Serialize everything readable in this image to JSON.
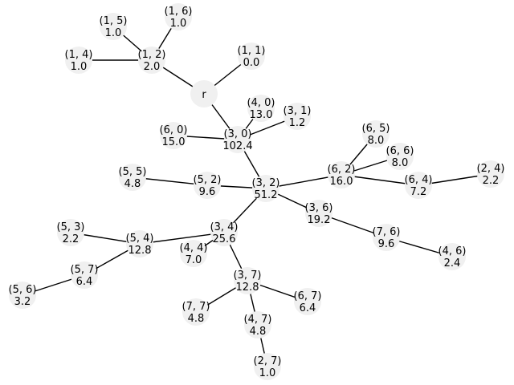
{
  "tree": {
    "nodes": [
      {
        "id": "r",
        "name": "r",
        "value": ""
      },
      {
        "id": "1,2",
        "name": "(1, 2)",
        "value": "2.0"
      },
      {
        "id": "1,5",
        "name": "(1, 5)",
        "value": "1.0"
      },
      {
        "id": "1,6",
        "name": "(1, 6)",
        "value": "1.0"
      },
      {
        "id": "1,4",
        "name": "(1, 4)",
        "value": "1.0"
      },
      {
        "id": "1,1",
        "name": "(1, 1)",
        "value": "0.0"
      },
      {
        "id": "3,0",
        "name": "(3, 0)",
        "value": "102.4"
      },
      {
        "id": "4,0",
        "name": "(4, 0)",
        "value": "13.0"
      },
      {
        "id": "3,1",
        "name": "(3, 1)",
        "value": "1.2"
      },
      {
        "id": "6,0",
        "name": "(6, 0)",
        "value": "15.0"
      },
      {
        "id": "3,2",
        "name": "(3, 2)",
        "value": "51.2"
      },
      {
        "id": "5,5",
        "name": "(5, 5)",
        "value": "4.8"
      },
      {
        "id": "5,2",
        "name": "(5, 2)",
        "value": "9.6"
      },
      {
        "id": "6,2",
        "name": "(6, 2)",
        "value": "16.0"
      },
      {
        "id": "6,5",
        "name": "(6, 5)",
        "value": "8.0"
      },
      {
        "id": "6,6",
        "name": "(6, 6)",
        "value": "8.0"
      },
      {
        "id": "6,4",
        "name": "(6, 4)",
        "value": "7.2"
      },
      {
        "id": "2,4",
        "name": "(2, 4)",
        "value": "2.2"
      },
      {
        "id": "3,6",
        "name": "(3, 6)",
        "value": "19.2"
      },
      {
        "id": "7,6",
        "name": "(7, 6)",
        "value": "9.6"
      },
      {
        "id": "4,6",
        "name": "(4, 6)",
        "value": "2.4"
      },
      {
        "id": "3,4",
        "name": "(3, 4)",
        "value": "25.6"
      },
      {
        "id": "4,4",
        "name": "(4, 4)",
        "value": "7.0"
      },
      {
        "id": "5,4",
        "name": "(5, 4)",
        "value": "12.8"
      },
      {
        "id": "5,3",
        "name": "(5, 3)",
        "value": "2.2"
      },
      {
        "id": "5,7",
        "name": "(5, 7)",
        "value": "6.4"
      },
      {
        "id": "5,6",
        "name": "(5, 6)",
        "value": "3.2"
      },
      {
        "id": "3,7",
        "name": "(3, 7)",
        "value": "12.8"
      },
      {
        "id": "7,7",
        "name": "(7, 7)",
        "value": "4.8"
      },
      {
        "id": "4,7",
        "name": "(4, 7)",
        "value": "4.8"
      },
      {
        "id": "6,7",
        "name": "(6, 7)",
        "value": "6.4"
      },
      {
        "id": "2,7",
        "name": "(2, 7)",
        "value": "1.0"
      }
    ],
    "edges": [
      [
        "r",
        "1,2"
      ],
      [
        "1,2",
        "1,5"
      ],
      [
        "1,2",
        "1,6"
      ],
      [
        "1,2",
        "1,4"
      ],
      [
        "r",
        "1,1"
      ],
      [
        "r",
        "3,0"
      ],
      [
        "3,0",
        "4,0"
      ],
      [
        "3,0",
        "3,1"
      ],
      [
        "3,0",
        "6,0"
      ],
      [
        "3,0",
        "3,2"
      ],
      [
        "3,2",
        "5,2"
      ],
      [
        "5,2",
        "5,5"
      ],
      [
        "3,2",
        "6,2"
      ],
      [
        "6,2",
        "6,5"
      ],
      [
        "6,2",
        "6,6"
      ],
      [
        "6,2",
        "6,4"
      ],
      [
        "6,4",
        "2,4"
      ],
      [
        "3,2",
        "3,6"
      ],
      [
        "3,6",
        "7,6"
      ],
      [
        "7,6",
        "4,6"
      ],
      [
        "3,2",
        "3,4"
      ],
      [
        "3,4",
        "4,4"
      ],
      [
        "3,4",
        "5,4"
      ],
      [
        "5,4",
        "5,3"
      ],
      [
        "5,4",
        "5,7"
      ],
      [
        "5,7",
        "5,6"
      ],
      [
        "3,4",
        "3,7"
      ],
      [
        "3,7",
        "7,7"
      ],
      [
        "3,7",
        "4,7"
      ],
      [
        "3,7",
        "6,7"
      ],
      [
        "4,7",
        "2,7"
      ]
    ]
  }
}
